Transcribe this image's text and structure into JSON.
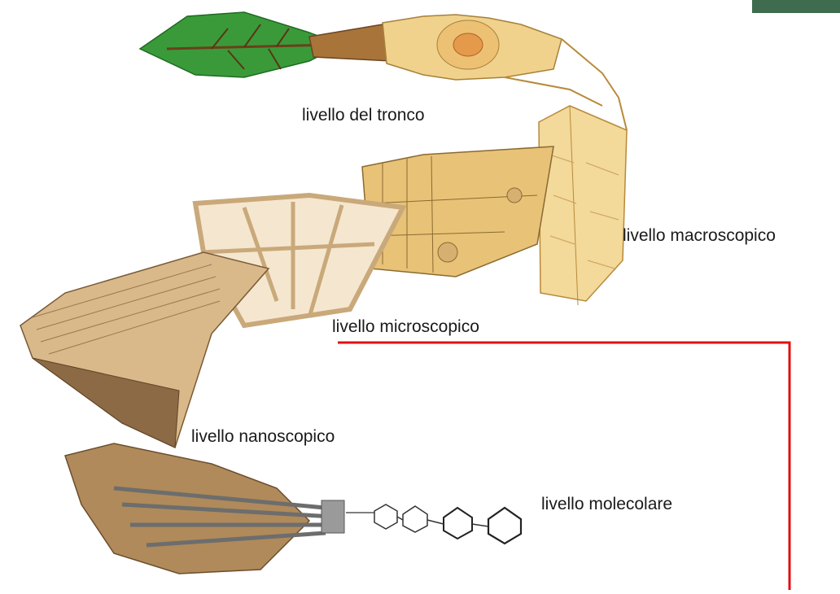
{
  "labels": {
    "trunk": "livello del tronco",
    "macro": "livello macroscopico",
    "micro": "livello microscopico",
    "nano": "livello nanoscopico",
    "molecular": "livello molecolare"
  },
  "colors": {
    "leaf": "#3a9a3a",
    "leaf_dark": "#1f6b22",
    "bark": "#8a5a2b",
    "wood_light": "#f3d99a",
    "wood_mid": "#e8c277",
    "wood_edge": "#b88a3a",
    "cell_wall": "#c9a97a",
    "cell_fill": "#f5e6cf",
    "nano_brown": "#8b6a45",
    "fiber_grey": "#8c8c8c",
    "connector": "#e01010",
    "corner": "#3f6b4f"
  }
}
